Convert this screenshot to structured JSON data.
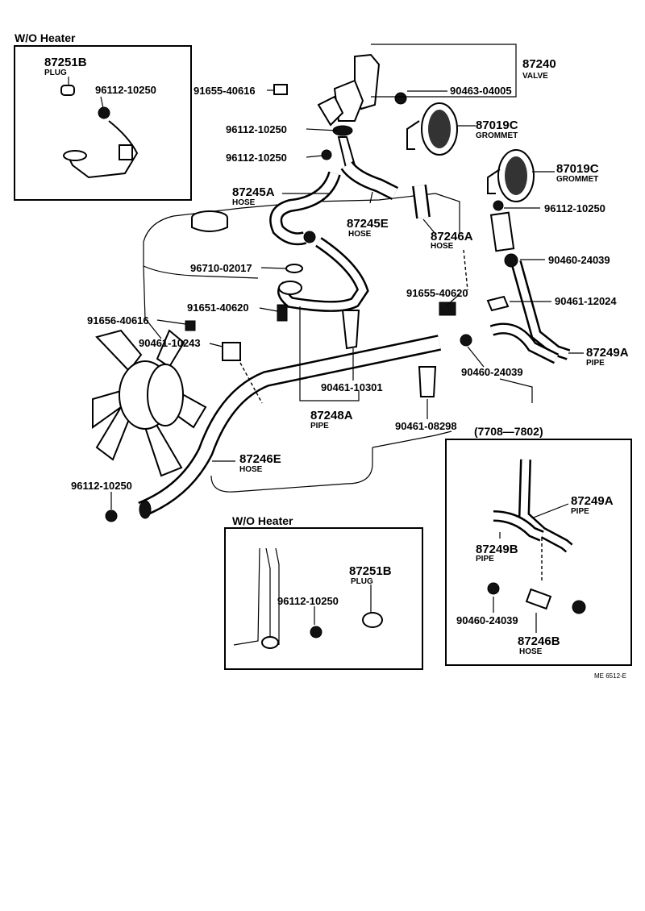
{
  "boxes": {
    "top_left_title": "W/O Heater",
    "bottom_title": "W/O Heater",
    "right_date_range": "(7708—7802)"
  },
  "labels": {
    "p87251B_a": "87251B",
    "plug_a": "PLUG",
    "p96112_a": "96112-10250",
    "p91655_a": "91655-40616",
    "p87240": "87240",
    "valve": "VALVE",
    "p90463": "90463-04005",
    "p96112_b": "96112-10250",
    "p87019C_a": "87019C",
    "grommet_a": "GROMMET",
    "p96112_c": "96112-10250",
    "p87019C_b": "87019C",
    "grommet_b": "GROMMET",
    "p87245A": "87245A",
    "hose_a": "HOSE",
    "p96112_d": "96112-10250",
    "p87245E": "87245E",
    "hose_e": "HOSE",
    "p87246A": "87246A",
    "hose_246a": "HOSE",
    "p90460_a": "90460-24039",
    "p96710": "96710-02017",
    "p91655_b": "91655-40620",
    "p90461_12024": "90461-12024",
    "p91651": "91651-40620",
    "p91656": "91656-40616",
    "p90461_10243": "90461-10243",
    "p87249A_a": "87249A",
    "pipe_249a": "PIPE",
    "p90460_b": "90460-24039",
    "p90461_10301": "90461-10301",
    "p87248A": "87248A",
    "pipe_248a": "PIPE",
    "p90461_08298": "90461-08298",
    "p87246E": "87246E",
    "hose_246e": "HOSE",
    "p96112_e": "96112-10250",
    "p87249A_b": "87249A",
    "pipe_249a_b": "PIPE",
    "p87249B": "87249B",
    "pipe_249b": "PIPE",
    "p90460_c": "90460-24039",
    "p87246B": "87246B",
    "hose_246b": "HOSE",
    "p87251B_b": "87251B",
    "plug_b": "PLUG",
    "p96112_f": "96112-10250",
    "ref_code": "ME  6512-E"
  }
}
